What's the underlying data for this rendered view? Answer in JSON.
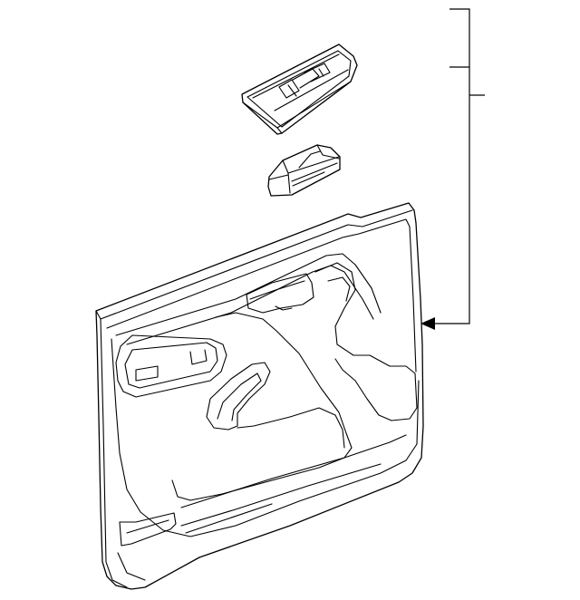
{
  "diagram": {
    "type": "exploded-parts-diagram",
    "parts": [
      {
        "id": "window-switch-bezel",
        "icon": "switch-bezel-icon"
      },
      {
        "id": "door-lock-switch",
        "icon": "lock-switch-icon"
      },
      {
        "id": "door-trim-panel",
        "icon": "door-panel-icon"
      }
    ],
    "colors": {
      "stroke": "#000000",
      "background": "#ffffff"
    }
  }
}
